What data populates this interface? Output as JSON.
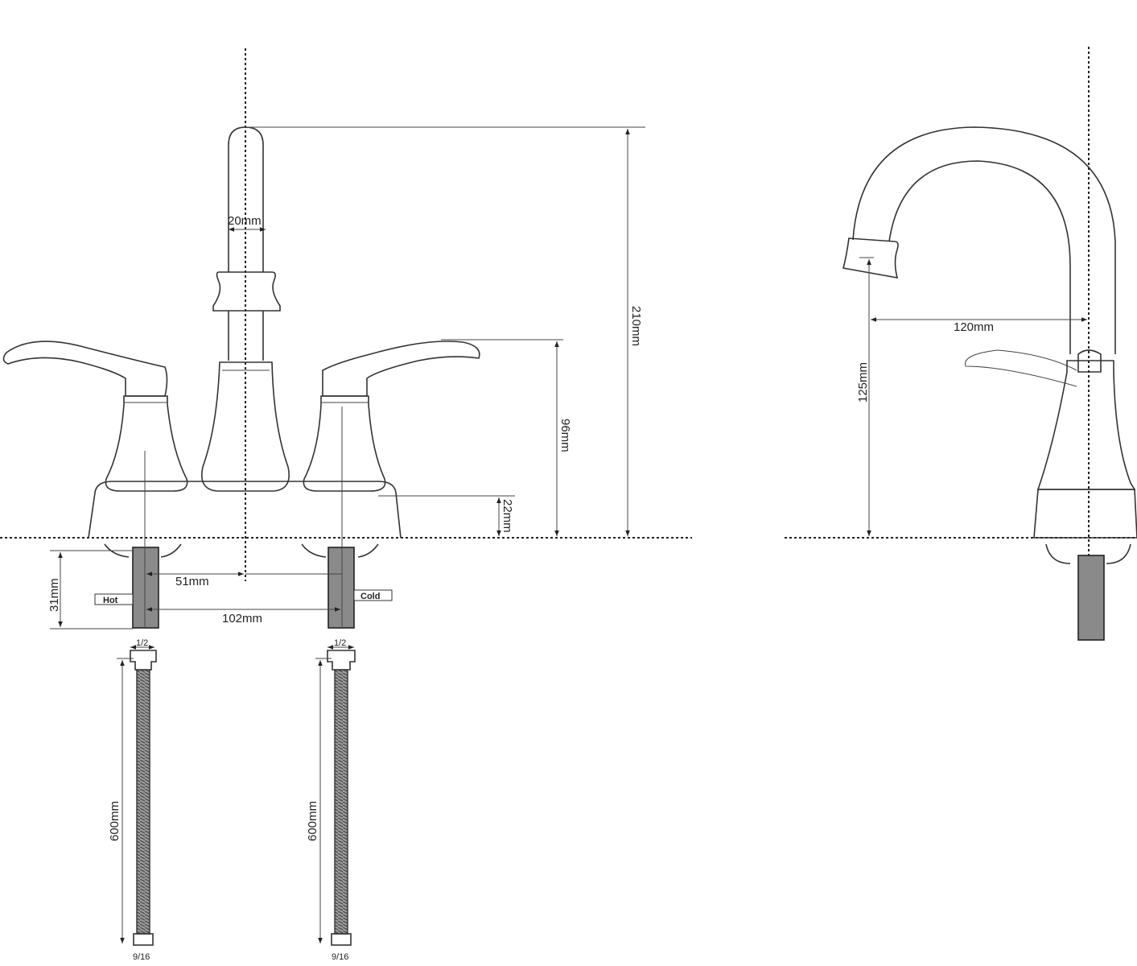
{
  "front_view": {
    "dimensions": {
      "spout_width": "20mm",
      "total_height": "210mm",
      "handle_height": "96mm",
      "base_height": "22mm",
      "half_spread": "51mm",
      "spread": "102mm",
      "shank_length": "31mm"
    },
    "labels": {
      "hot": "Hot",
      "cold": "Cold"
    },
    "hoses": [
      {
        "top_fitting": "1/2",
        "length": "600mm",
        "bottom_fitting": "9/16"
      },
      {
        "top_fitting": "1/2",
        "length": "600mm",
        "bottom_fitting": "9/16"
      }
    ]
  },
  "side_view": {
    "dimensions": {
      "spout_reach": "120mm",
      "spout_clearance": "125mm"
    }
  }
}
